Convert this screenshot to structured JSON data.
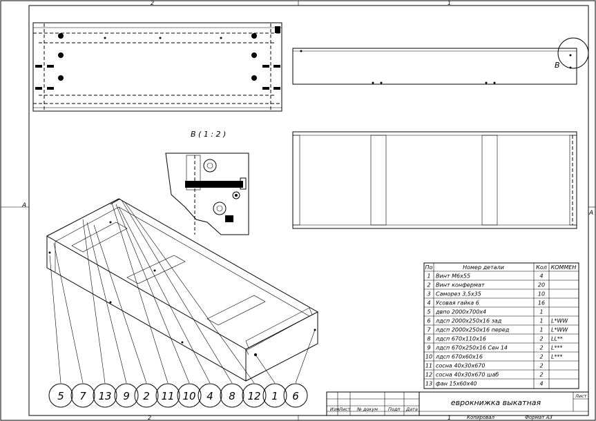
{
  "zone_labels": {
    "top_left": "2",
    "top_right": "1",
    "bottom_left": "2",
    "bottom_right": "1",
    "side_left": "A",
    "side_right": "A"
  },
  "view_label_b": "B",
  "detail_title": "B ( 1 : 2 )",
  "balloons": [
    "5",
    "7",
    "13",
    "9",
    "2",
    "11",
    "10",
    "4",
    "8",
    "12",
    "1",
    "6"
  ],
  "bom": {
    "headers": [
      "По",
      "Номер детали",
      "Кол",
      "КОММЕН"
    ],
    "rows": [
      {
        "pos": "1",
        "name": "Винт М6х55",
        "qty": "4",
        "note": ""
      },
      {
        "pos": "2",
        "name": "Винт конфермат",
        "qty": "20",
        "note": ""
      },
      {
        "pos": "3",
        "name": "Саморез 3,5х35",
        "qty": "10",
        "note": ""
      },
      {
        "pos": "4",
        "name": "Усовая гайка 6",
        "qty": "16",
        "note": ""
      },
      {
        "pos": "5",
        "name": "двпо 2000х700х4",
        "qty": "1",
        "note": ""
      },
      {
        "pos": "6",
        "name": "лдсп 2000х250х16 зад",
        "qty": "1",
        "note": "L*WW"
      },
      {
        "pos": "7",
        "name": "лдсп 2000х250х16 перед",
        "qty": "1",
        "note": "L*WW"
      },
      {
        "pos": "8",
        "name": "лдсп 670х110х16",
        "qty": "2",
        "note": "LL**"
      },
      {
        "pos": "9",
        "name": "лдсп 670х250х16 Сен 14",
        "qty": "2",
        "note": "L***"
      },
      {
        "pos": "10",
        "name": "лдсп 670х60х16",
        "qty": "2",
        "note": "L***"
      },
      {
        "pos": "11",
        "name": "сосна 40х30х670",
        "qty": "2",
        "note": ""
      },
      {
        "pos": "12",
        "name": "сосна 40х30х670 шаб",
        "qty": "2",
        "note": ""
      },
      {
        "pos": "13",
        "name": "фан 15х60х40",
        "qty": "4",
        "note": ""
      }
    ]
  },
  "title_block": {
    "title": "еврокнижка выкатная",
    "sheet_label": "Лист",
    "col_izm": "Изм",
    "col_list": "Лист",
    "col_doc": "№ докум",
    "col_sign": "Подп",
    "col_date": "Дата",
    "copied": "Копировал",
    "format": "Формат А3"
  }
}
